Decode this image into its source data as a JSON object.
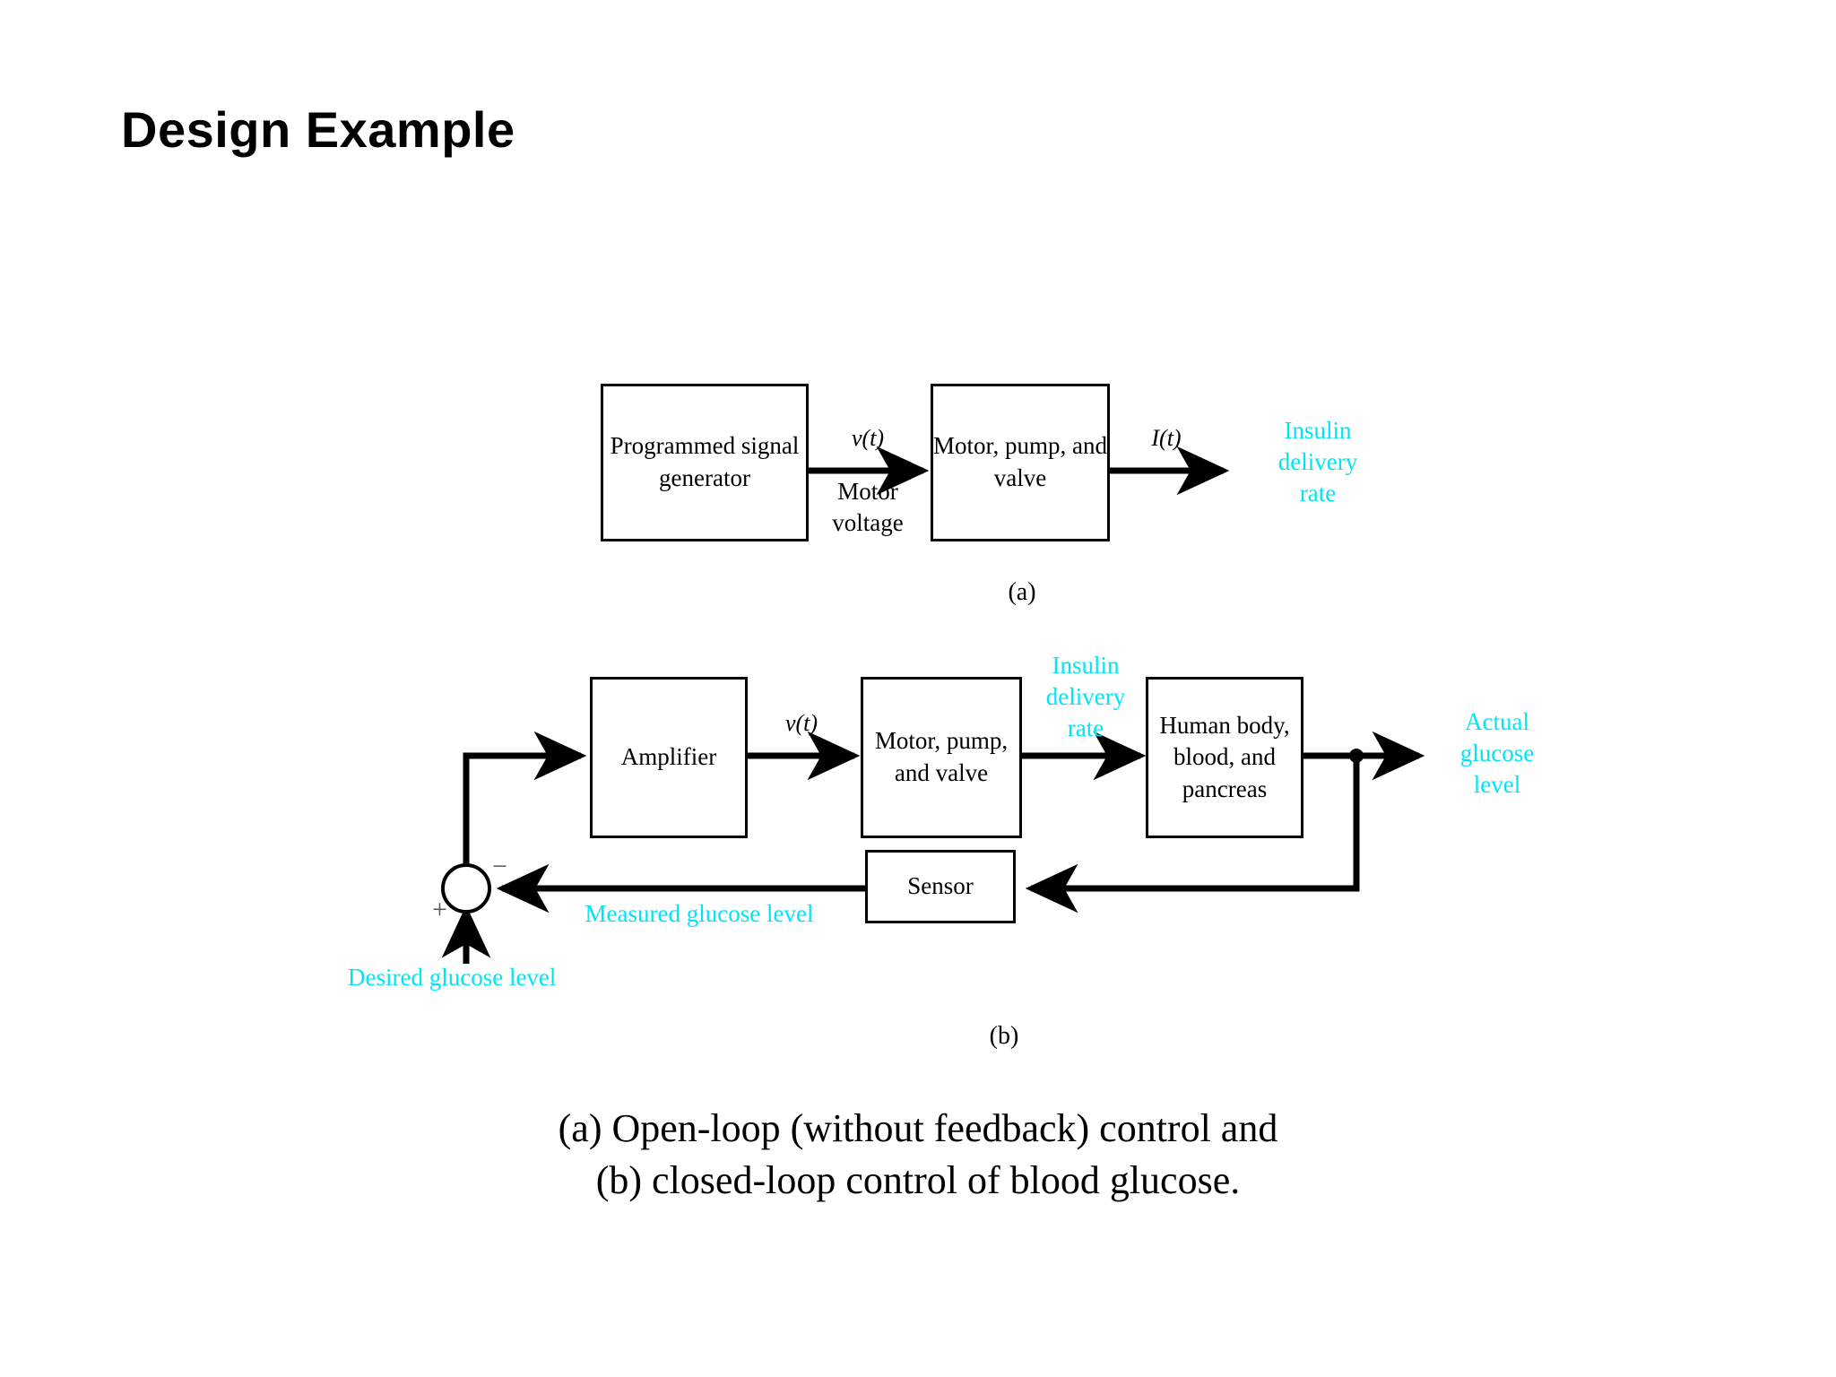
{
  "slide": {
    "title": "Design Example"
  },
  "colors": {
    "signal_label": "#00e5f5",
    "line": "#000000",
    "box_border": "#000000",
    "background": "#ffffff"
  },
  "figure": {
    "caption": "(a) Open-loop (without feedback) control and\n(b) closed-loop control of blood glucose.",
    "open_loop": {
      "tag": "(a)",
      "blocks": [
        {
          "id": "programmed-signal-generator",
          "label": "Programmed\nsignal generator"
        },
        {
          "id": "motor-pump-valve",
          "label": "Motor,\npump,\nand\nvalve"
        }
      ],
      "signals": [
        {
          "id": "v-of-t",
          "label": "v(t)",
          "style": "italic",
          "color": "#000000"
        },
        {
          "id": "motor-voltage",
          "label": "Motor\nvoltage",
          "style": "normal",
          "color": "#000000"
        },
        {
          "id": "i-of-t",
          "label": "I(t)",
          "style": "italic",
          "color": "#000000"
        },
        {
          "id": "insulin-delivery-rate",
          "label": "Insulin\ndelivery\nrate",
          "style": "normal",
          "color": "#00e5f5"
        }
      ]
    },
    "closed_loop": {
      "tag": "(b)",
      "blocks": [
        {
          "id": "amplifier",
          "label": "Amplifier"
        },
        {
          "id": "motor-pump-valve",
          "label": "Motor,\npump,\nand\nvalve"
        },
        {
          "id": "human-body",
          "label": "Human\nbody,\nblood, and\npancreas"
        },
        {
          "id": "sensor",
          "label": "Sensor"
        }
      ],
      "summing_junction": {
        "id": "summing-junction",
        "plus_sign": "+",
        "minus_sign": "−"
      },
      "signals": [
        {
          "id": "v-of-t",
          "label": "v(t)",
          "style": "italic",
          "color": "#000000"
        },
        {
          "id": "insulin-delivery-rate",
          "label": "Insulin\ndelivery\nrate",
          "style": "normal",
          "color": "#00e5f5"
        },
        {
          "id": "actual-glucose-level",
          "label": "Actual\nglucose\nlevel",
          "style": "normal",
          "color": "#00e5f5"
        },
        {
          "id": "measured-glucose-level",
          "label": "Measured glucose level",
          "style": "normal",
          "color": "#00e5f5"
        },
        {
          "id": "desired-glucose-level",
          "label": "Desired glucose level",
          "style": "normal",
          "color": "#00e5f5"
        }
      ]
    }
  }
}
